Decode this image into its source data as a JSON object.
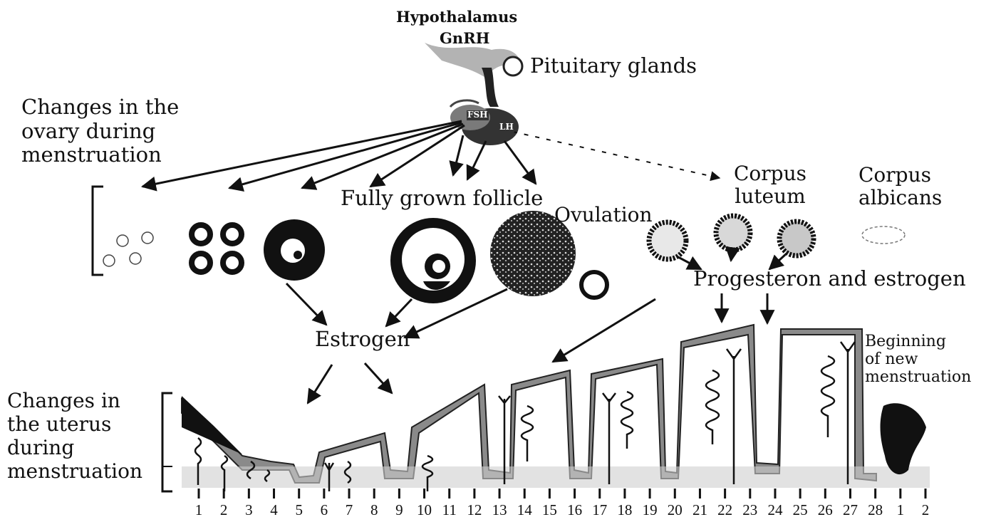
{
  "labels": {
    "hypothalamus": "Hypothalamus",
    "gnrh": "GnRH",
    "pituitary": "Pituitary glands",
    "fsh": "FSH",
    "lh": "LH",
    "ovary_changes": [
      "Changes in the",
      "ovary during",
      "menstruation"
    ],
    "fully_grown_follicle": "Fully grown follicle",
    "ovulation": "Ovulation",
    "corpus_luteum": [
      "Corpus",
      "luteum"
    ],
    "corpus_albicans": [
      "Corpus",
      "albicans"
    ],
    "progesteron_estrogen": "Progesteron and estrogen",
    "estrogen": "Estrogen",
    "beginning_new": [
      "Beginning",
      "of new",
      "menstruation"
    ],
    "uterus_changes": [
      "Changes in",
      "the uterus",
      "during",
      "menstruation"
    ]
  },
  "days": [
    "1",
    "2",
    "3",
    "4",
    "5",
    "6",
    "7",
    "8",
    "9",
    "10",
    "11",
    "12",
    "13",
    "14",
    "15",
    "16",
    "17",
    "18",
    "19",
    "20",
    "21",
    "22",
    "23",
    "24",
    "25",
    "26",
    "27",
    "28",
    "1",
    "2"
  ],
  "colors": {
    "ink": "#111111",
    "tissue": "#8a8a8a",
    "tissue_light": "#cfcfcf"
  }
}
